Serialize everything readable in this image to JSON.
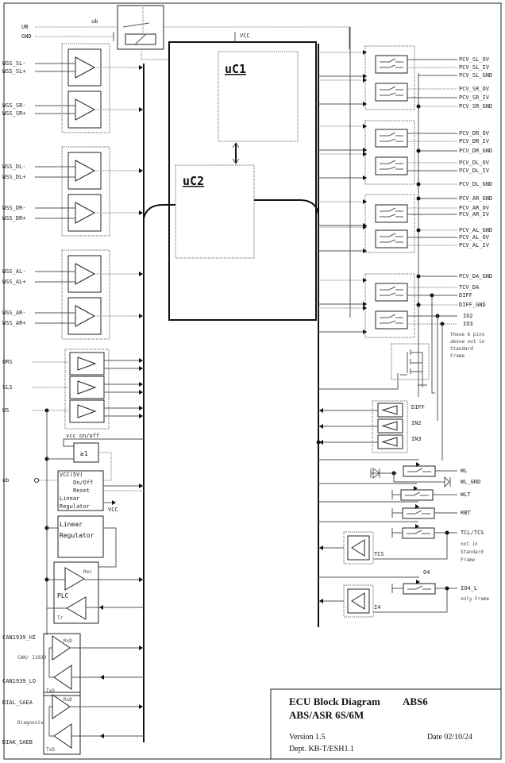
{
  "title_block": {
    "title": "ECU Block Diagram",
    "code": "ABS6",
    "subtitle": "ABS/ASR 6S/6M",
    "version": "Version 1.5",
    "date": "Date  02/10/24",
    "dept": "Dept.  KB-T/ESH1.1"
  },
  "blocks": {
    "uc1": "uC1",
    "uc2": "uC2",
    "vcc_top": "VCC",
    "ub_wire": "ub",
    "or_gate": "≥1",
    "vcc_on_off": "vcc_on/off",
    "regulator1": [
      "VCC(5V)",
      "On/Off",
      "Reset",
      "Linear",
      "Regulator"
    ],
    "vcc_out": "VCC",
    "regulator2": [
      "Linear",
      "Regulator"
    ],
    "plc": "PLC",
    "plc_rec": "Rec",
    "plc_tr": "Tr",
    "can_rxd": "RxD",
    "can_txd": "TxD",
    "diag_rxd": "RxD",
    "diag_txd": "TxD"
  },
  "left_pins": [
    "UB",
    "GND",
    "WSS_SL-",
    "WSS_SL+",
    "WSS_SR-",
    "WSS_SR+",
    "WSS_DL-",
    "WSS_DL+",
    "WSS_DR-",
    "WSS_DR+",
    "WSS_AL-",
    "WSS_AL+",
    "WSS_AR-",
    "WSS_AR+",
    "ORS",
    "SLS",
    "US",
    "ub",
    "CAN1939_HI",
    "CAN/ J1939",
    "CAN1939_LO",
    "DIAL_SAEA",
    "Diagnosis",
    "DIAK_SAEB"
  ],
  "right_pins": [
    "PCV_SL_OV",
    "PCV_SL_IV",
    "PCV_SL_GND",
    "PCV_SR_OV",
    "PCV_SR_IV",
    "PCV_SR_GND",
    "PCV_DR_OV",
    "PCV_DR_IV",
    "PCV_DR_GND",
    "PCV_DL_OV",
    "PCV_DL_IV",
    "PCV_DL_GND",
    "PCV_AR_GND",
    "PCV_AR_OV",
    "PCV_AR_IV",
    "PCV_AL_GND",
    "PCV_AL_OV",
    "PCV_AL_IV",
    "PCV_DA_GND",
    "TCV_DA",
    "DIFF",
    "DIFF_GND",
    "IO2",
    "IO3",
    "WL",
    "WL_GND",
    "WLT",
    "RBT",
    "TCL/TCS",
    "IO4_L"
  ],
  "notes": {
    "six_pins": [
      "these 6 pins",
      "above not in",
      "Standard",
      "Frame"
    ],
    "tcs_note": [
      "not in",
      "Standard",
      "Frame"
    ],
    "io4_note": "only Frame"
  },
  "inputs_block": [
    "DIFF",
    "IN2",
    "IN3"
  ],
  "misc_labels": {
    "tcs": "TCS",
    "i4": "I4",
    "o4": "O4"
  }
}
